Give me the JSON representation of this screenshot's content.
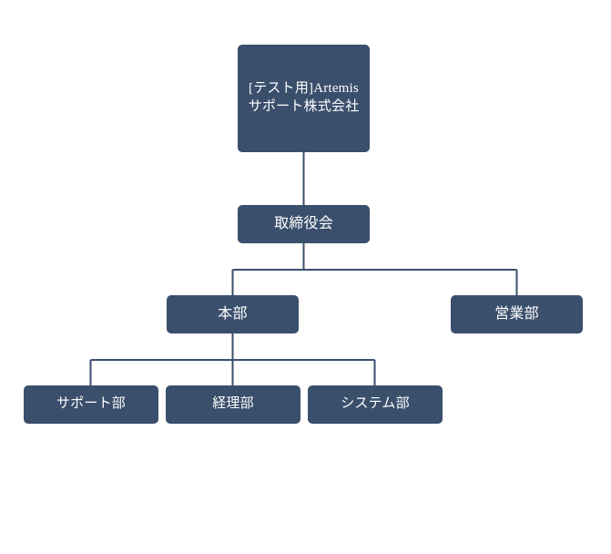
{
  "chart_data": {
    "type": "diagram",
    "diagram_type": "organization-chart",
    "title": "",
    "orientation": "top-down",
    "node_fill_color": "#3a4f6c",
    "node_text_color": "#ffffff",
    "connector_color": "#3a4f6c",
    "background_color": "#ffffff",
    "levels": 4,
    "node_count": 7,
    "nodes": [
      {
        "id": "root",
        "label": "[テスト用]Artemisサポート株式会社",
        "level": 1,
        "parent": null
      },
      {
        "id": "board",
        "label": "取締役会",
        "level": 2,
        "parent": "root"
      },
      {
        "id": "honbu",
        "label": "本部",
        "level": 3,
        "parent": "board"
      },
      {
        "id": "eigyo",
        "label": "営業部",
        "level": 3,
        "parent": "board"
      },
      {
        "id": "support",
        "label": "サポート部",
        "level": 4,
        "parent": "honbu"
      },
      {
        "id": "keiri",
        "label": "経理部",
        "level": 4,
        "parent": "honbu"
      },
      {
        "id": "system",
        "label": "システム部",
        "level": 4,
        "parent": "honbu"
      }
    ],
    "edges": [
      {
        "from": "root",
        "to": "board"
      },
      {
        "from": "board",
        "to": "honbu"
      },
      {
        "from": "board",
        "to": "eigyo"
      },
      {
        "from": "honbu",
        "to": "support"
      },
      {
        "from": "honbu",
        "to": "keiri"
      },
      {
        "from": "honbu",
        "to": "system"
      }
    ]
  },
  "nodes": {
    "root": {
      "label": "[テスト用]Artemisサポート株式会社"
    },
    "board": {
      "label": "取締役会"
    },
    "honbu": {
      "label": "本部"
    },
    "eigyo": {
      "label": "営業部"
    },
    "support": {
      "label": "サポート部"
    },
    "keiri": {
      "label": "経理部"
    },
    "system": {
      "label": "システム部"
    }
  }
}
